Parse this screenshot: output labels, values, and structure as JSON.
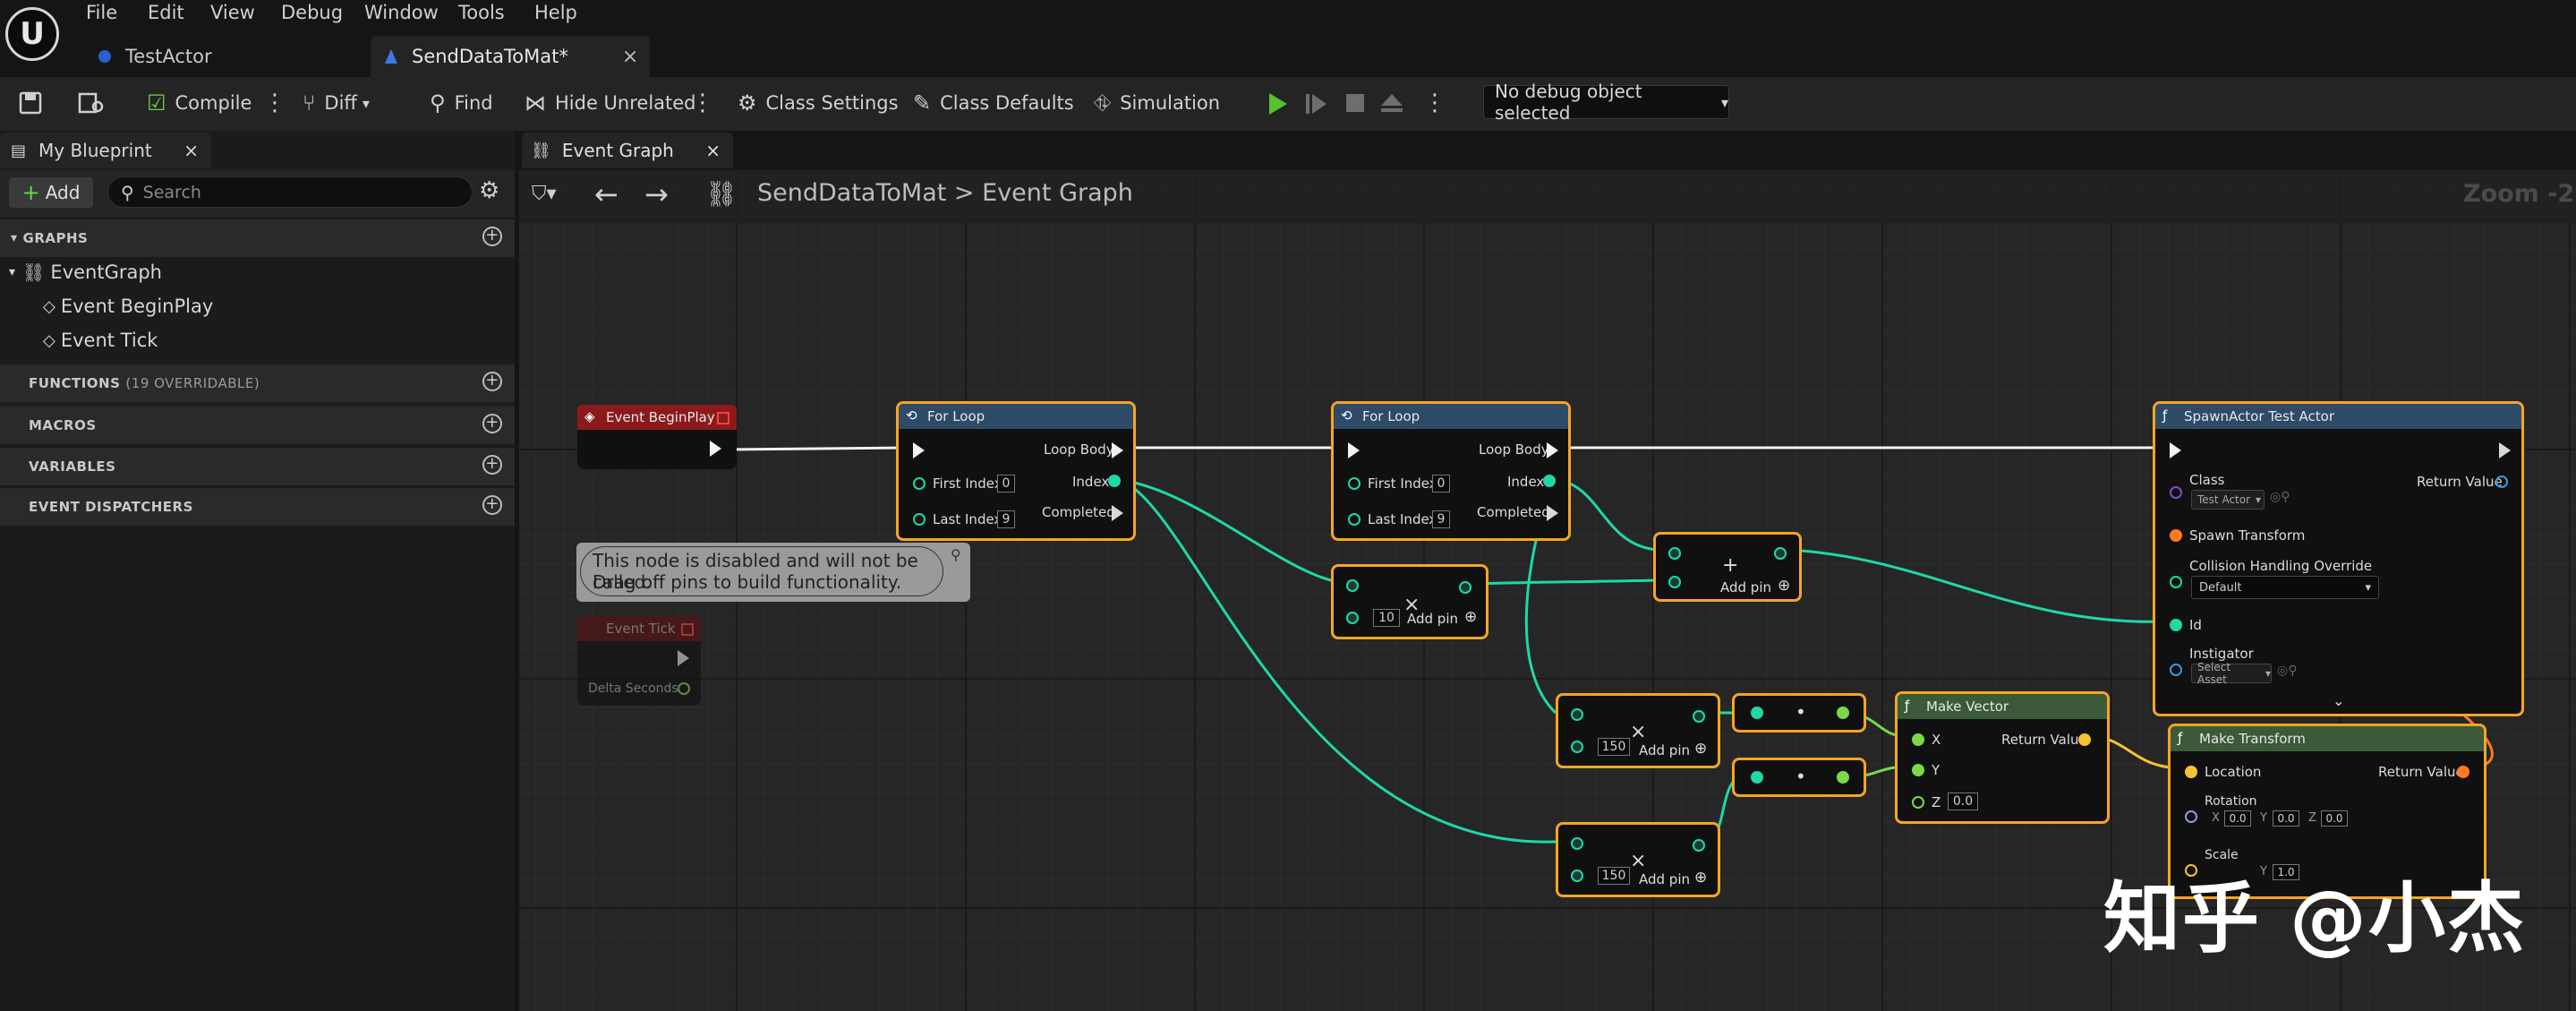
{
  "menu": [
    "File",
    "Edit",
    "View",
    "Debug",
    "Window",
    "Tools",
    "Help"
  ],
  "tabs": [
    {
      "label": "TestActor",
      "close": ""
    },
    {
      "label": "SendDataToMat*",
      "close": "×"
    }
  ],
  "toolbar": {
    "compile": "Compile",
    "diff": "Diff",
    "find": "Find",
    "hide_unrelated": "Hide Unrelated",
    "class_settings": "Class Settings",
    "class_defaults": "Class Defaults",
    "simulation": "Simulation",
    "debug_selector": "No debug object selected"
  },
  "my_blueprint": {
    "tab": "My Blueprint",
    "add": "Add",
    "search_placeholder": "Search",
    "sections": {
      "graphs": "GRAPHS",
      "functions": "FUNCTIONS",
      "functions_note": "(19 OVERRIDABLE)",
      "macros": "MACROS",
      "variables": "VARIABLES",
      "dispatchers": "EVENT DISPATCHERS"
    },
    "graph_items": [
      "EventGraph",
      "Event BeginPlay",
      "Event Tick"
    ]
  },
  "graph": {
    "tab": "Event Graph",
    "breadcrumb_root": "SendDataToMat",
    "breadcrumb_sep": ">",
    "breadcrumb_leaf": "Event Graph",
    "zoom": "Zoom -2"
  },
  "nodes": {
    "begin_play": {
      "title": "Event BeginPlay"
    },
    "disabled_comment": {
      "line1": "This node is disabled and will not be called.",
      "line2": "Drag off pins to build functionality."
    },
    "event_tick": {
      "title": "Event Tick",
      "pin": "Delta Seconds"
    },
    "for_loop_1": {
      "title": "For Loop",
      "loop_body": "Loop Body",
      "first_index": "First Index",
      "first_value": "0",
      "index": "Index",
      "last_index": "Last Index",
      "last_value": "9",
      "completed": "Completed"
    },
    "for_loop_2": {
      "title": "For Loop",
      "loop_body": "Loop Body",
      "first_index": "First Index",
      "first_value": "0",
      "index": "Index",
      "last_index": "Last Index",
      "last_value": "9",
      "completed": "Completed"
    },
    "multiply_1": {
      "op": "×",
      "value": "10",
      "add_pin": "Add pin"
    },
    "add_1": {
      "op": "+",
      "add_pin": "Add pin"
    },
    "multiply_2": {
      "op": "×",
      "value": "150",
      "add_pin": "Add pin"
    },
    "multiply_3": {
      "op": "×",
      "value": "150",
      "add_pin": "Add pin"
    },
    "convert_1": {
      "op": "•"
    },
    "convert_2": {
      "op": "•"
    },
    "make_vector": {
      "title": "Make Vector",
      "x": "X",
      "y": "Y",
      "z": "Z",
      "z_value": "0.0",
      "return": "Return Value"
    },
    "spawn_actor": {
      "title": "SpawnActor Test Actor",
      "class": "Class",
      "class_value": "Test Actor",
      "return": "Return Value",
      "spawn_transform": "Spawn Transform",
      "collision": "Collision Handling Override",
      "collision_value": "Default",
      "id": "Id",
      "instigator": "Instigator",
      "instigator_value": "Select Asset"
    },
    "make_transform": {
      "title": "Make Transform",
      "location": "Location",
      "return": "Return Value",
      "rotation": "Rotation",
      "rx": "X",
      "rx_v": "0.0",
      "ry": "Y",
      "ry_v": "0.0",
      "rz": "Z",
      "rz_v": "0.0",
      "scale": "Scale",
      "sy": "Y",
      "sy_v": "1.0"
    }
  },
  "watermark": "知乎 @小杰",
  "colors": {
    "selection": "#f5a524",
    "integer_pin": "#1ed8a8",
    "float_pin": "#7ad84a",
    "vector_pin": "#f4c430",
    "transform_pin": "#ff7a20",
    "object_pin": "#3a9adf",
    "exec": "#f2f2f2",
    "event_header": "#8b1a1a",
    "function_header": "#2d4a66",
    "pure_header": "#3a5a3a"
  }
}
